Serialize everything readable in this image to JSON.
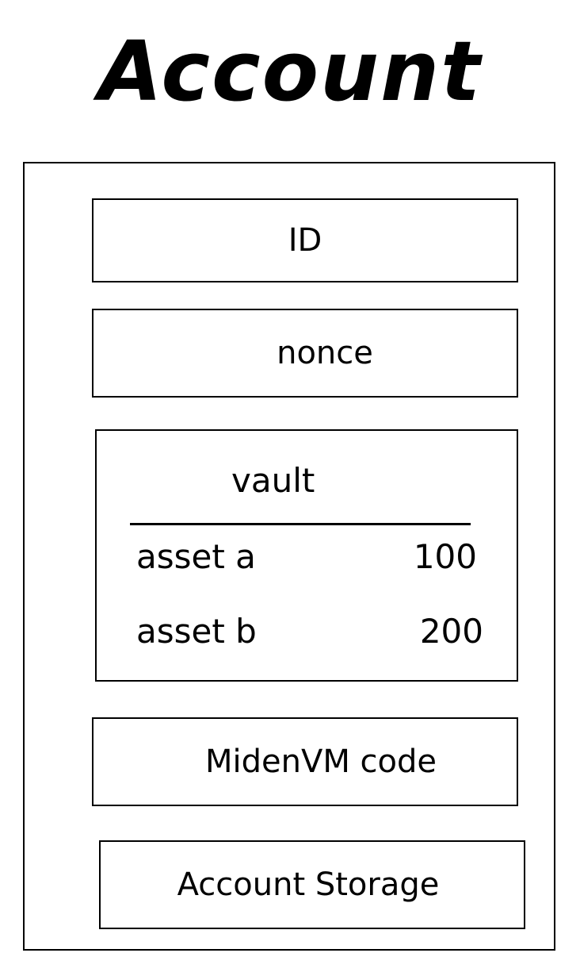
{
  "title": "Account",
  "fields": {
    "id": "ID",
    "nonce": "nonce",
    "code": "MidenVM code",
    "storage": "Account Storage"
  },
  "vault": {
    "title": "vault",
    "assets": [
      {
        "name": "asset a",
        "amount": "100"
      },
      {
        "name": "asset b",
        "amount": "200"
      }
    ]
  }
}
